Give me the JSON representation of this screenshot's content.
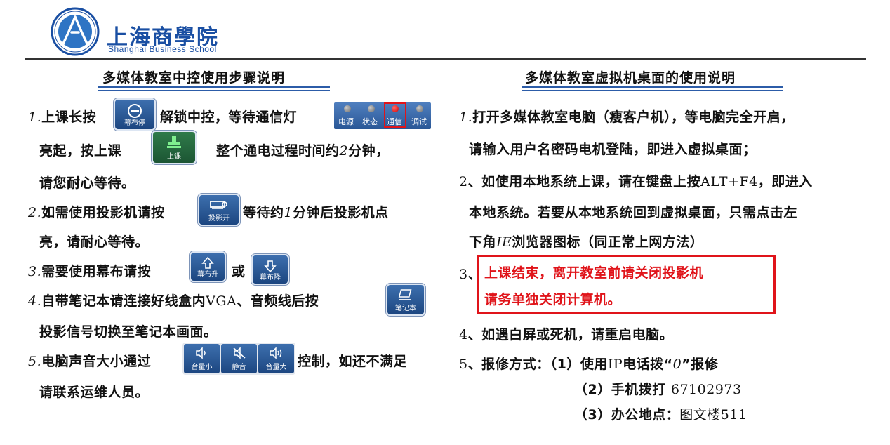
{
  "header": {
    "school_cn": "上海商學院",
    "school_en": "Shanghai  Business  School"
  },
  "left": {
    "heading": "多媒体教室中控使用步骤说明",
    "lines": {
      "l1a_num": "1.",
      "l1a_t1": "上课长按",
      "l1a_t2": "解锁中控，等待通信灯",
      "l1b_t1": "亮起，按上课",
      "l1b_t2": "整个通电过程时间约",
      "l1b_num": "2",
      "l1b_t3": "分钟，",
      "l1c": "请您耐心等待。",
      "l2a_num": "2.",
      "l2a_t1": "如需使用投影机请按",
      "l2a_t2": "等待约",
      "l2a_n": "1",
      "l2a_t3": "分钟后投影机点",
      "l2b": "亮，请耐心等待。",
      "l3_num": "3.",
      "l3_t1": "需要使用幕布请按",
      "l3_t2": "或",
      "l4a_num": "4.",
      "l4a_t1": "自带笔记本请连接好线盒内",
      "l4a_vga": "VGA",
      "l4a_t2": "、音频线后按",
      "l4b": "投影信号切换至笔记本画面。",
      "l5a_num": "5.",
      "l5a_t1": "电脑声音大小通过",
      "l5a_t2": "控制，如还不满足",
      "l5b": "请联系运维人员。"
    },
    "buttons": {
      "unlock": "幕布停",
      "class_on": "上课",
      "projector": "投影开",
      "screen_up": "幕布升",
      "screen_down": "幕布降",
      "laptop": "笔记本",
      "vol_down": "音量小",
      "mute": "静音",
      "vol_up": "音量大"
    },
    "status": {
      "power": "电源",
      "state": "状态",
      "comm": "通信",
      "debug": "调试"
    }
  },
  "right": {
    "heading": "多媒体教室虚拟机桌面的使用说明",
    "lines": {
      "r1a_num": "1.",
      "r1a": "打开多媒体教室电脑（瘦客户机），等电脑完全开启，",
      "r1b": "请输入用户名密码电机登陆，即进入虚拟桌面；",
      "r2a_num": "2",
      "r2a_t1": "、如使用本地系统上课，请在键盘上按",
      "r2a_key": "ALT+F4",
      "r2a_t2": "，即进入",
      "r2b": "本地系统。若要从本地系统回到虚拟桌面，只需点击左",
      "r2c_t1": "下角",
      "r2c_ie": "IE",
      "r2c_t2": "浏览器图标（同正常上网方法）",
      "r3_num": "3",
      "r3_sep": "、",
      "r3a": "上课结束，离开教室前请关闭投影机",
      "r3b": "请务单独关闭计算机。",
      "r4_num": "4",
      "r4": "、如遇白屏或死机，请重启电脑。",
      "r5_num": "5",
      "r5_t1": "、报修方式：",
      "r5_o1": "（1）使用",
      "r5_ip": "IP",
      "r5_o1b": "电话拨“",
      "r5_zero": "0",
      "r5_o1c": "”报修",
      "r5_o2": "（2）手机拨打",
      "r5_phone": "67102973",
      "r5_o3": "（3）办公地点：",
      "r5_place": "图文楼511"
    }
  },
  "colors": {
    "brand": "#1a4fa3",
    "button": "#2c5ca8",
    "alert": "#e0141a"
  }
}
